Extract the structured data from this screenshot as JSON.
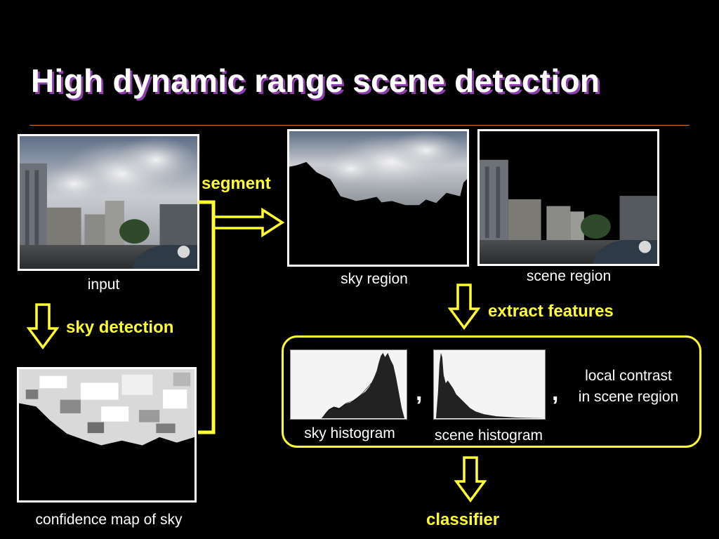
{
  "slide": {
    "title": "High dynamic range scene detection"
  },
  "captions": {
    "input": "input",
    "sky_region": "sky region",
    "scene_region": "scene region",
    "confidence_map": "confidence map of sky",
    "sky_histogram": "sky histogram",
    "scene_histogram": "scene histogram",
    "local_contrast_line1": "local contrast",
    "local_contrast_line2": "in scene region"
  },
  "steps": {
    "segment": "segment",
    "sky_detection": "sky detection",
    "extract_features": "extract features",
    "classifier": "classifier"
  },
  "separators": {
    "comma": ","
  },
  "colors": {
    "background": "#000000",
    "accent_yellow": "#ffff33",
    "title_shadow": "#8a3fa8",
    "divider": "#c9781f",
    "text": "#ffffff"
  },
  "icons": {
    "down_arrow": "hollow-down-arrow-icon",
    "right_arrow": "hollow-right-arrow-icon",
    "bracket": "bracket-connector-icon"
  }
}
